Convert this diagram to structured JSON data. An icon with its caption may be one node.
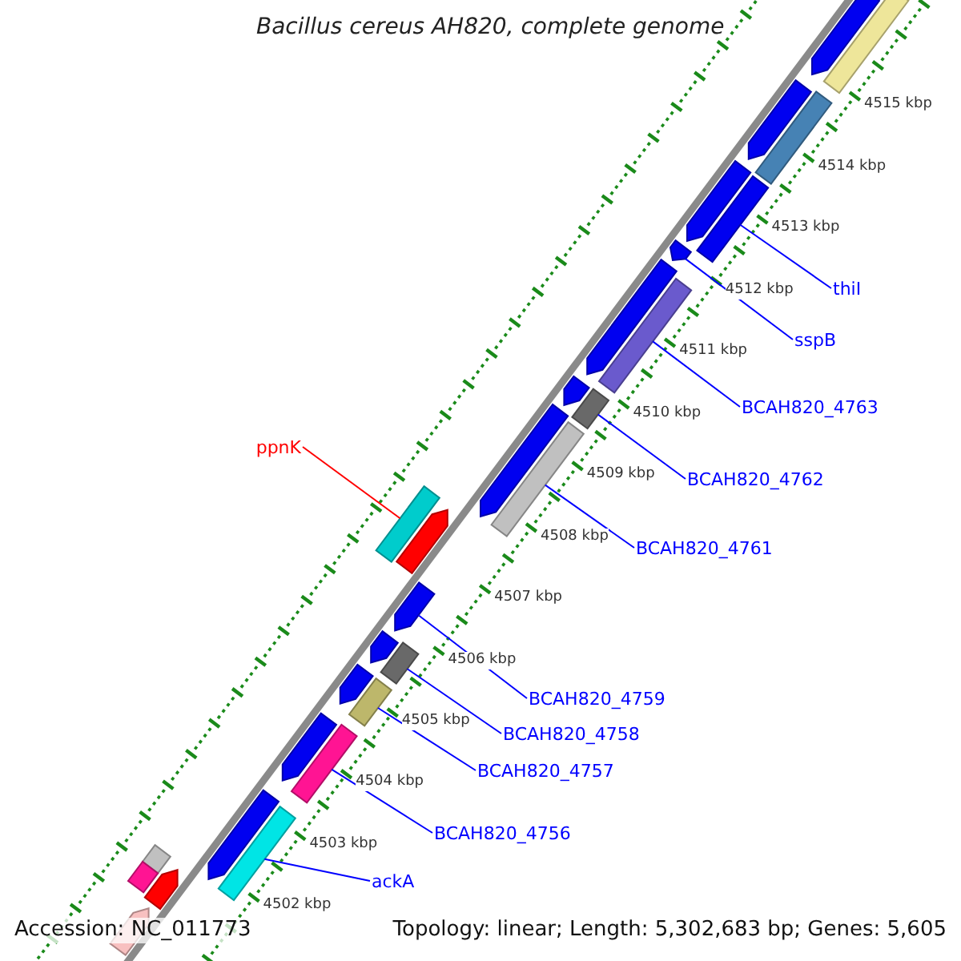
{
  "diagram": {
    "title": "Bacillus cereus AH820, complete genome",
    "nodes": [
      {
        "text": [
          "thiI"
        ]
      },
      {
        "text": [],
        "shape": "bar"
      },
      {
        "text": [
          "sspB"
        ]
      },
      {
        "text": [],
        "shape": "bar"
      },
      {
        "text": [
          "BCAH820_4763"
        ]
      },
      {
        "text": [],
        "shape": "bar"
      },
      {
        "text": [
          "ppnK"
        ]
      },
      {
        "text": [],
        "shape": "bar"
      },
      {
        "text": [
          "BCAH820_4762"
        ]
      },
      {
        "text": [],
        "shape": "bar"
      },
      {
        "text": [
          "BCAH820_4761"
        ]
      },
      {
        "text": [],
        "shape": "bar"
      },
      {
        "text": [
          "BCAH820_4759"
        ]
      },
      {
        "text": [],
        "shape": "bar"
      },
      {
        "text": [
          "BCAH820_4758"
        ]
      },
      {
        "text": [],
        "shape": "bar"
      },
      {
        "text": [
          "BCAH820_4757"
        ]
      },
      {
        "text": [],
        "shape": "bar"
      },
      {
        "text": [
          "BCAH820_4756"
        ]
      },
      {
        "text": [],
        "shape": "bar"
      },
      {
        "text": [
          "ackA"
        ]
      },
      {
        "text": [],
        "shape": "bar"
      },
      {
        "text": [],
        "shape": "bar"
      },
      {
        "text": [],
        "shape": "bar"
      },
      {
        "text": [],
        "shape": "bar"
      },
      {
        "text": [],
        "shape": "bar"
      },
      {
        "text": [],
        "shape": "bar"
      },
      {
        "text": [],
        "shape": "bar"
      },
      {
        "text": [],
        "shape": "bar"
      },
      {
        "text": [],
        "shape": "bar"
      },
      {
        "text": [],
        "shape": "bar"
      },
      {
        "text": [],
        "shape": "bar"
      },
      {
        "text": [],
        "shape": "bar"
      },
      {
        "text": [],
        "shape": "bar"
      },
      {
        "text": [],
        "shape": "bar"
      },
      {
        "text": [],
        "shape": "bar"
      },
      {
        "text": [],
        "shape": "bar"
      },
      {
        "text": [],
        "shape": "bar"
      },
      {
        "text": [],
        "shape": "bar"
      }
    ],
    "edges": [
      {
        "from": 0,
        "to": 1,
        "arrow": "none"
      },
      {
        "from": 2,
        "to": 3,
        "arrow": "none"
      },
      {
        "from": 4,
        "to": 5,
        "arrow": "none"
      },
      {
        "from": 6,
        "to": 7,
        "arrow": "none",
        "color": "#ff0000"
      },
      {
        "from": 8,
        "to": 9,
        "arrow": "none"
      },
      {
        "from": 10,
        "to": 11,
        "arrow": "none"
      },
      {
        "from": 12,
        "to": 13,
        "arrow": "none"
      },
      {
        "from": 14,
        "to": 15,
        "arrow": "none"
      },
      {
        "from": 16,
        "to": 17,
        "arrow": "none"
      },
      {
        "from": 18,
        "to": 19,
        "arrow": "none"
      },
      {
        "from": 20,
        "to": 21,
        "arrow": "none"
      }
    ],
    "labels": [
      "4515 kbp",
      "4514 kbp",
      "4513 kbp",
      "4512 kbp",
      "4511 kbp",
      "4510 kbp",
      "4509 kbp",
      "4508 kbp",
      "4507 kbp",
      "4506 kbp",
      "4505 kbp",
      "4504 kbp",
      "4503 kbp",
      "4502 kbp",
      "Accession: NC_011773",
      "Topology: linear; Length: 5,302,683 bp; Genes: 5,605"
    ]
  }
}
